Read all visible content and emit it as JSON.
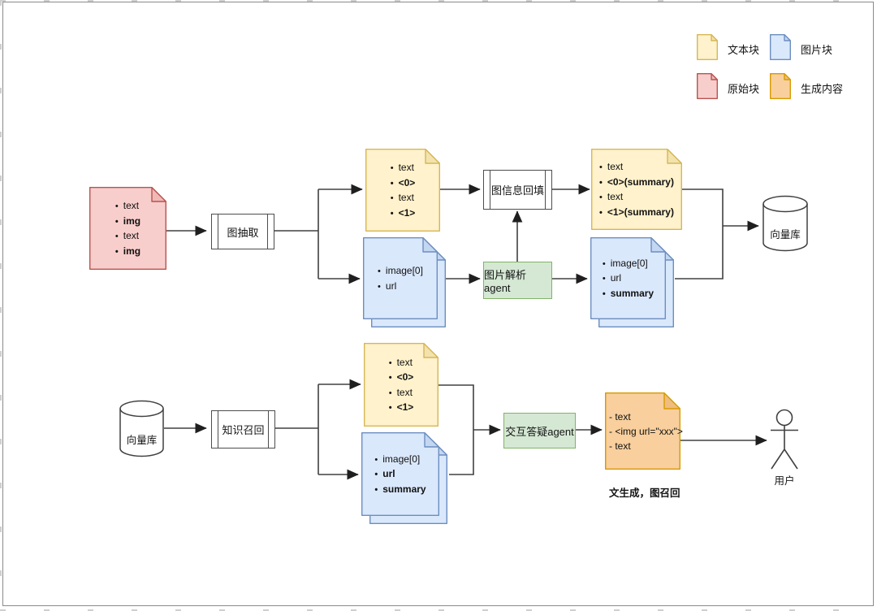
{
  "colors": {
    "line": "#404040",
    "blocks": {
      "yellow": {
        "fill": "#FFF2CC",
        "stroke": "#D6B656",
        "fold": "#F2E3AE"
      },
      "blue": {
        "fill": "#DAE8FC",
        "stroke": "#6C8EBF",
        "fold": "#C3D7F3"
      },
      "pink": {
        "fill": "#F8CECC",
        "stroke": "#B85450",
        "fold": "#EFB9B6"
      },
      "orange": {
        "fill": "#F8CF9D",
        "stroke": "#D79B00",
        "fold": "#EFBD80"
      },
      "green": {
        "fill": "#D5E8D4",
        "stroke": "#82B366"
      }
    }
  },
  "legend": {
    "text_block": "文本块",
    "image_block": "图片块",
    "raw_block": "原始块",
    "generated": "生成内容"
  },
  "top": {
    "raw_doc": {
      "items": [
        "text",
        "img",
        "text",
        "img"
      ]
    },
    "extract": "图抽取",
    "text_doc": {
      "items": [
        "text",
        "<0>",
        "text",
        "<1>"
      ]
    },
    "image_doc": {
      "items": [
        "image[0]",
        "url"
      ]
    },
    "backfill": "图信息回填",
    "parse_agent": "图片解析agent",
    "text_doc_sum": {
      "items": [
        "text",
        "<0>(summary)",
        "text",
        "<1>(summary)"
      ]
    },
    "image_doc_sum": {
      "items": [
        "image[0]",
        "url",
        "summary"
      ]
    },
    "vector_db": "向量库"
  },
  "bottom": {
    "vector_db": "向量库",
    "recall": "知识召回",
    "text_doc": {
      "items": [
        "text",
        "<0>",
        "text",
        "<1>"
      ]
    },
    "image_doc": {
      "items": [
        "image[0]",
        "url",
        "summary"
      ]
    },
    "qa_agent": "交互答疑agent",
    "gen_doc": {
      "items": [
        "- text",
        "- <img url=\"xxx\">",
        "- text"
      ]
    },
    "caption": "文生成，图召回",
    "user": "用户"
  }
}
